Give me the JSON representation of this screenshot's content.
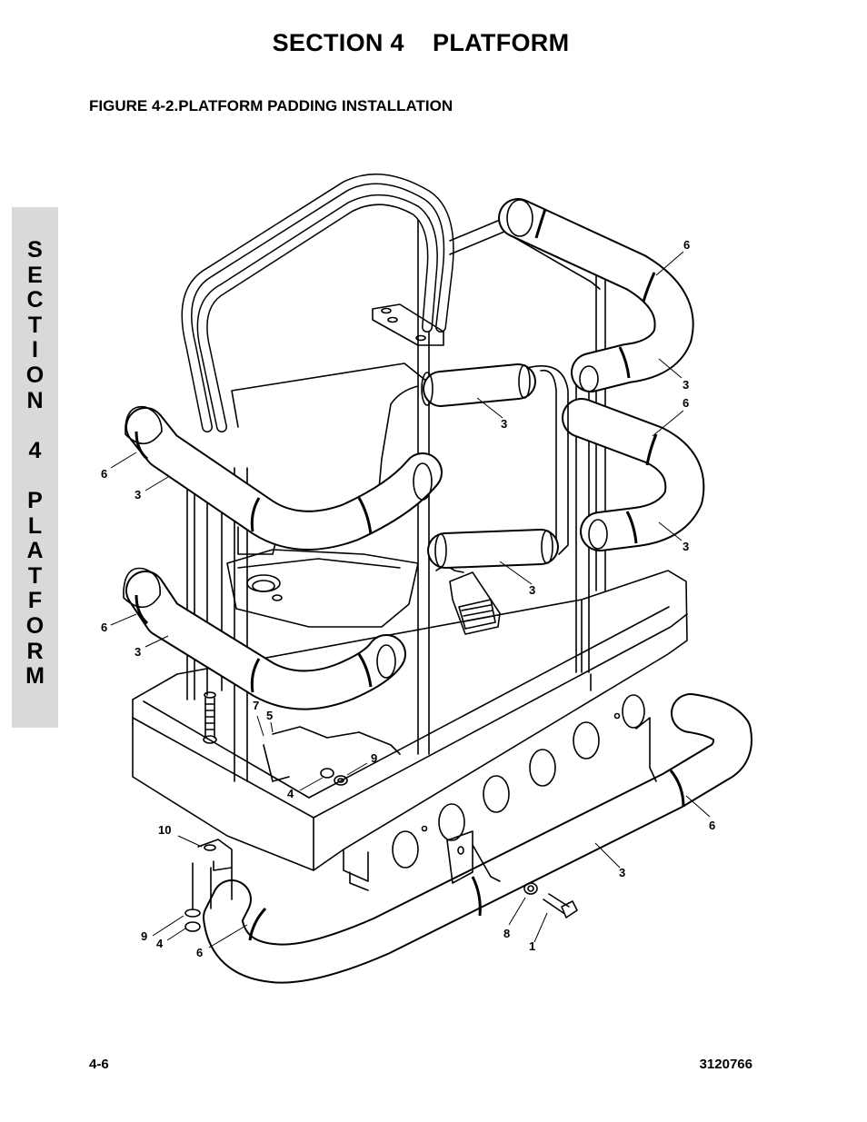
{
  "header": {
    "section_title": "SECTION 4    PLATFORM",
    "figure_title": "FIGURE 4-2.PLATFORM PADDING INSTALLATION"
  },
  "side_tab": {
    "letters": [
      "S",
      "E",
      "C",
      "T",
      "I",
      "O",
      "N",
      "",
      "4",
      "",
      "P",
      "L",
      "A",
      "T",
      "F",
      "O",
      "R",
      "M"
    ]
  },
  "callouts": {
    "c1": "6",
    "c2": "3",
    "c3": "6",
    "c4": "3",
    "c5": "3",
    "c6": "6",
    "c7": "3",
    "c8": "6",
    "c9": "3",
    "c10": "3",
    "c11": "3",
    "c12": "7",
    "c13": "5",
    "c14": "9",
    "c15": "4",
    "c16": "6",
    "c17": "3",
    "c18": "10",
    "c19": "9",
    "c20": "4",
    "c21": "6",
    "c22": "8",
    "c23": "1"
  },
  "footer": {
    "page_number": "4-6",
    "doc_number": "3120766"
  }
}
